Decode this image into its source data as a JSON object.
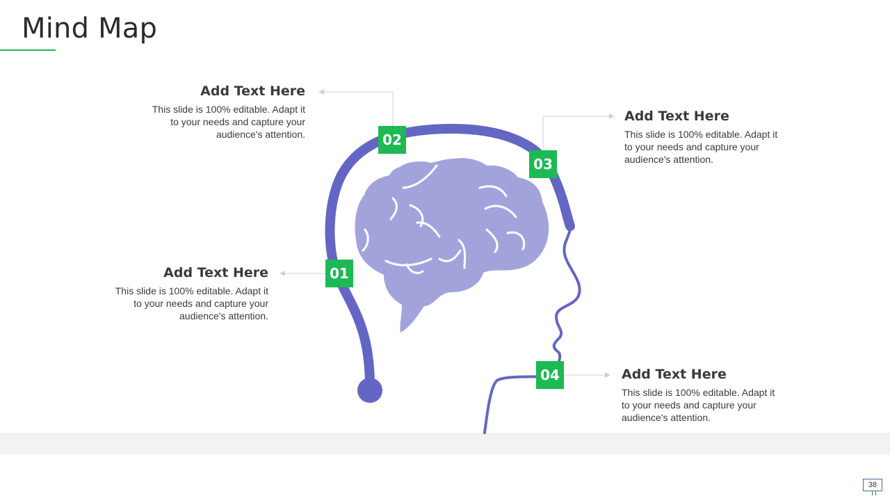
{
  "slide": {
    "title": "Mind Map",
    "page_number": "38"
  },
  "colors": {
    "accent_green": "#1db954",
    "head_outline": "#6466c4",
    "brain_fill": "#a3a3dc",
    "footer_band": "#f2f2f2"
  },
  "nodes": [
    {
      "number": "01",
      "heading": "Add Text Here",
      "body": "This slide is 100% editable. Adapt it to your needs and capture your audience's attention."
    },
    {
      "number": "02",
      "heading": "Add Text Here",
      "body": "This slide is 100% editable. Adapt it to your needs and capture your audience's attention."
    },
    {
      "number": "03",
      "heading": "Add Text Here",
      "body": "This slide is 100% editable. Adapt it to your needs and capture your audience's attention."
    },
    {
      "number": "04",
      "heading": "Add Text Here",
      "body": "This slide is 100% editable. Adapt it to your needs and capture your audience's attention."
    }
  ],
  "icons": {
    "head": "human-head-profile-icon",
    "brain": "brain-icon",
    "page": "monitor-page-icon"
  }
}
